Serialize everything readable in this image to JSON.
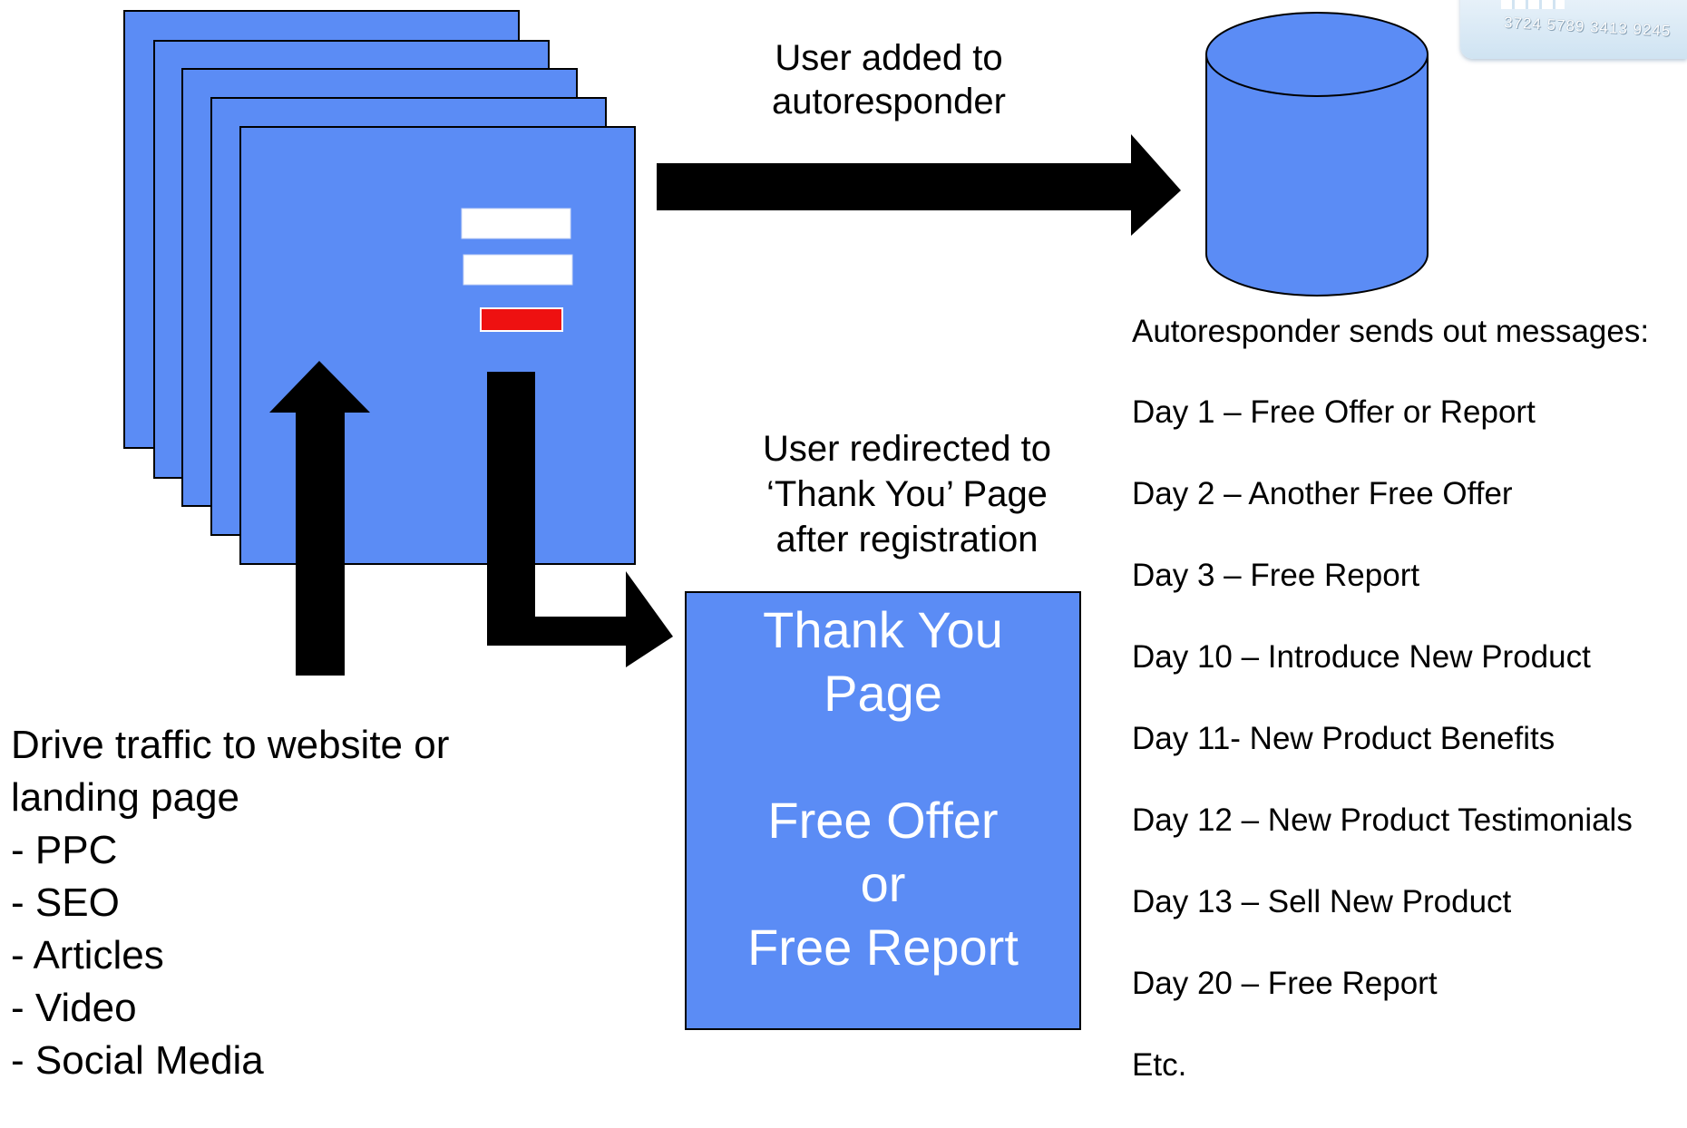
{
  "labels": {
    "user_added": [
      "User added to",
      "autoresponder"
    ],
    "user_redirected": [
      "User redirected to",
      "‘Thank You’ Page",
      "after registration"
    ]
  },
  "thank_you_page": {
    "lines": [
      "Thank You",
      "Page",
      "",
      "Free Offer",
      "or",
      "Free Report"
    ]
  },
  "traffic": {
    "heading_lines": [
      "Drive traffic to website or",
      "landing page"
    ],
    "sources": [
      "- PPC",
      "- SEO",
      "- Articles",
      "- Video",
      "- Social Media"
    ]
  },
  "autoresponder": {
    "heading": "Autoresponder sends out messages:",
    "messages": [
      "Day 1 – Free Offer or Report",
      "Day 2 – Another Free Offer",
      "Day 3 – Free Report",
      "Day 10 – Introduce New Product",
      "Day 11- New Product Benefits",
      "Day 12 – New Product Testimonials",
      "Day 13 – Sell New Product",
      "Day 20 – Free Report",
      "Etc."
    ]
  },
  "card": {
    "number": "3724 5789 3413 9245"
  },
  "colors": {
    "page_blue": "#5b8cf5",
    "database_blue": "#5b8cf5",
    "submit_red": "#ee1111",
    "field_white": "#ffffff",
    "arrow_black": "#000000"
  },
  "icons": {
    "pages": "stacked-landing-pages",
    "database": "database-cylinder-icon",
    "card": "credit-card-image"
  }
}
